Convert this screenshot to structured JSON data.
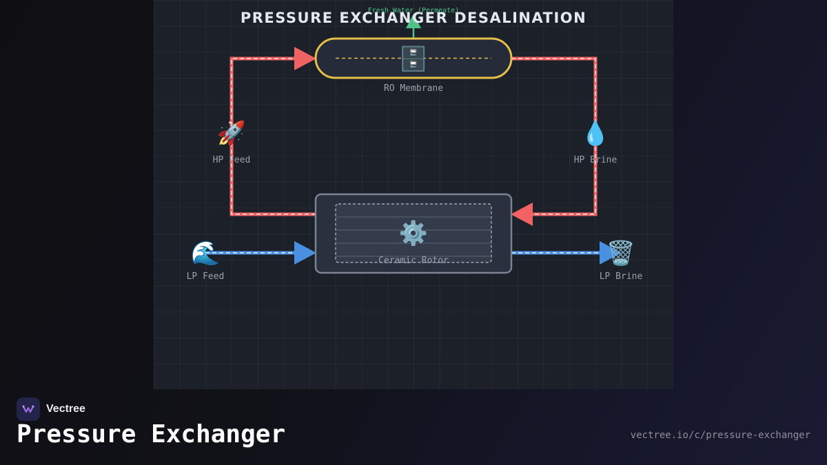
{
  "diagram": {
    "title": "PRESSURE EXCHANGER DESALINATION",
    "permeate_label": "Fresh Water (Permeate)",
    "nodes": {
      "ro_membrane": {
        "label": "RO Membrane",
        "icon": "file-cabinet-icon",
        "glyph": "🗄️"
      },
      "hp_feed": {
        "label": "HP Feed",
        "icon": "rocket-icon",
        "glyph": "🚀"
      },
      "hp_brine": {
        "label": "HP Brine",
        "icon": "droplet-icon",
        "glyph": "💧"
      },
      "ceramic_rotor": {
        "label": "Ceramic Rotor",
        "icon": "gear-icon",
        "glyph": "⚙️"
      },
      "lp_feed": {
        "label": "LP Feed",
        "icon": "wave-icon",
        "glyph": "🌊"
      },
      "lp_brine": {
        "label": "LP Brine",
        "icon": "wastebasket-icon",
        "glyph": "🗑️"
      }
    },
    "colors": {
      "high_pressure": "#f16363",
      "low_pressure": "#4a90e2",
      "permeate": "#4fc38a",
      "membrane_border": "#e6c14a"
    }
  },
  "footer": {
    "brand": "Vectree",
    "title": "Pressure Exchanger",
    "url": "vectree.io/c/pressure-exchanger"
  }
}
